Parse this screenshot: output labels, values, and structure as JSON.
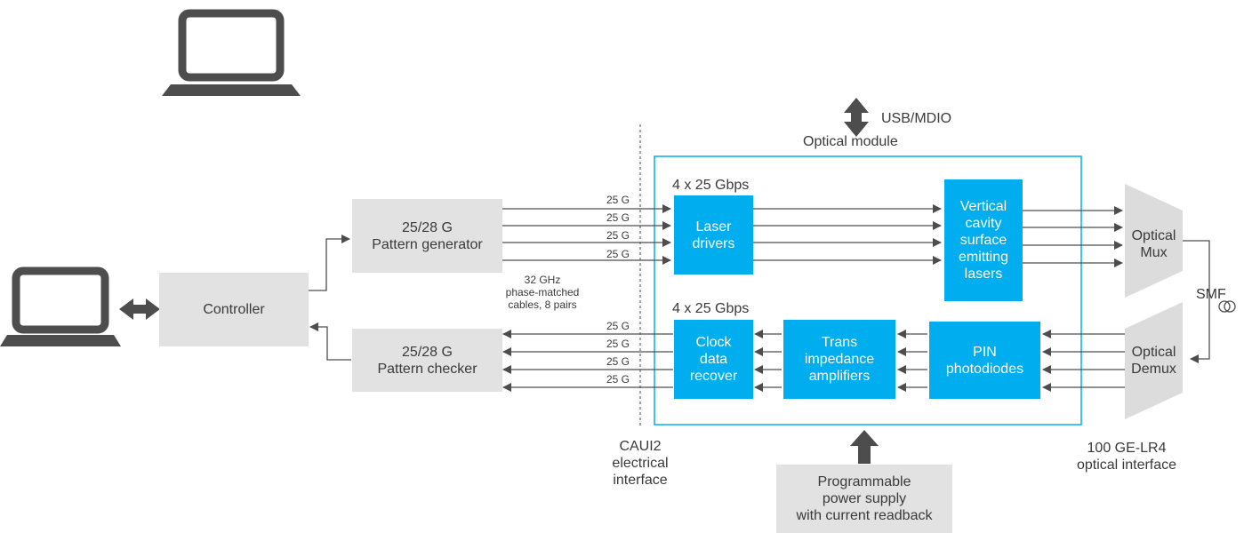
{
  "blocks": {
    "controller": "Controller",
    "pattern_generator": "25/28 G\nPattern generator",
    "pattern_checker": "25/28 G\nPattern checker",
    "laser_drivers": "Laser\ndrivers",
    "vcsel": "Vertical\ncavity\nsurface\nemitting\nlasers",
    "cdr": "Clock\ndata\nrecover",
    "tia": "Trans\nimpedance\namplifiers",
    "pin": "PIN\nphotodiodes",
    "mux": "Optical\nMux",
    "demux": "Optical\nDemux",
    "power_supply": "Programmable\npower supply\nwith current readback"
  },
  "labels": {
    "usb_mdio": "USB/MDIO",
    "optical_module": "Optical module",
    "tx_rate": "4 x 25 Gbps",
    "rx_rate": "4 x 25 Gbps",
    "cables": "32 GHz\nphase-matched\ncables, 8 pairs",
    "smf": "SMF",
    "caui": "CAUI2\nelectrical\ninterface",
    "lr4": "100 GE-LR4\noptical interface"
  },
  "lane_labels": {
    "tx": [
      "25 G",
      "25 G",
      "25 G",
      "25 G"
    ],
    "rx": [
      "25 G",
      "25 G",
      "25 G",
      "25 G"
    ]
  },
  "colors": {
    "block_gray": "#e2e2e2",
    "block_blue": "#00aeef",
    "line": "#4d4d4d",
    "module_border": "#00aeef"
  },
  "icons": [
    "laptop-icon",
    "laptop-icon",
    "fiber-coil-icon"
  ]
}
